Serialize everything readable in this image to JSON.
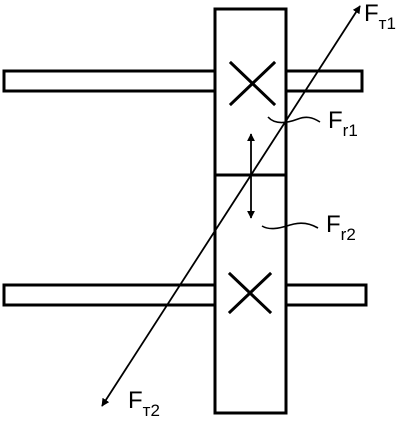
{
  "diagram": {
    "labels": {
      "ft1": {
        "main": "F",
        "sub": "т1"
      },
      "fr1": {
        "main": "F",
        "sub": "r1"
      },
      "fr2": {
        "main": "F",
        "sub": "r2"
      },
      "ft2": {
        "main": "F",
        "sub": "т2"
      }
    },
    "colors": {
      "stroke": "#000000",
      "fill": "#ffffff"
    }
  }
}
